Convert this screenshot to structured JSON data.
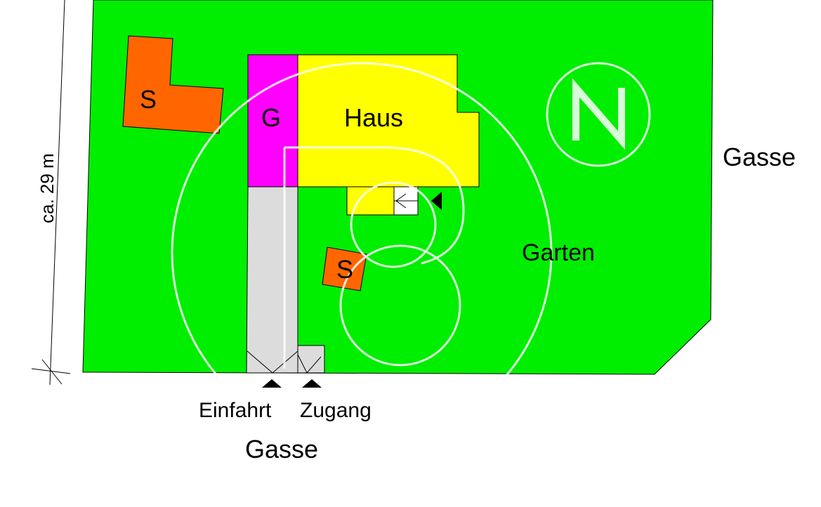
{
  "colors": {
    "garden": "#00ee00",
    "house": "#ffff00",
    "garage": "#ff00ff",
    "shed": "#ff6600",
    "driveway": "#dcdcdc",
    "outline": "#000000",
    "watermark": "#ffffff"
  },
  "labels": {
    "shed_1": "S",
    "shed_2": "S",
    "garage": "G",
    "house": "Haus",
    "garden": "Garten",
    "street_right": "Gasse",
    "street_bottom": "Gasse",
    "driveway_entry": "Einfahrt",
    "foot_access": "Zugang",
    "dimension": "ca. 29 m"
  },
  "icons": {
    "entrance_marker": "triangle-left-icon",
    "driveway_marker": "triangle-up-icon",
    "access_marker": "triangle-up-icon",
    "watermark_logo": "b3-logo-watermark",
    "north_logo": "n-circle-watermark"
  }
}
